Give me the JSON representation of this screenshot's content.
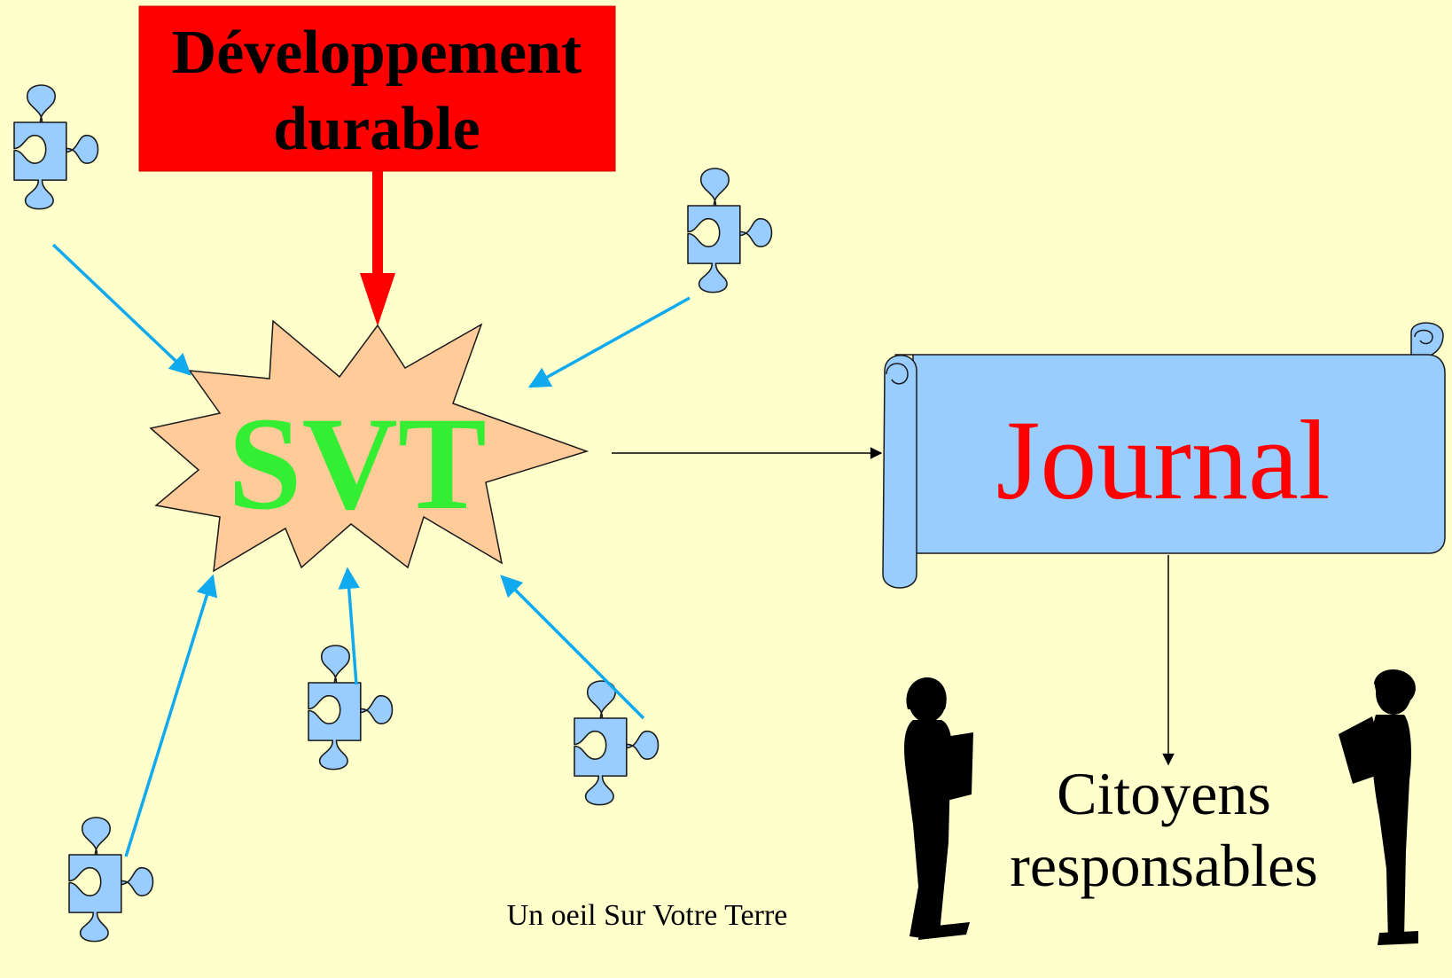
{
  "topic": {
    "line1": "Développement",
    "line2": "durable"
  },
  "center": {
    "label": "SVT"
  },
  "scroll": {
    "label": "Journal"
  },
  "citizens": {
    "line1": "Citoyens",
    "line2": "responsables"
  },
  "footer": {
    "text": "Un oeil Sur Votre Terre"
  },
  "colors": {
    "background": "#ffffcc",
    "topic_box": "#ff0000",
    "star_fill": "#ffcc99",
    "star_text": "#33ee33",
    "scroll_fill": "#99ccff",
    "scroll_text": "#ff0000",
    "puzzle_fill": "#99ccff",
    "puzzle_arrow": "#11aaee",
    "topic_arrow": "#ff0000"
  },
  "icons": [
    "puzzle-piece-icon",
    "person-reading-icon"
  ]
}
